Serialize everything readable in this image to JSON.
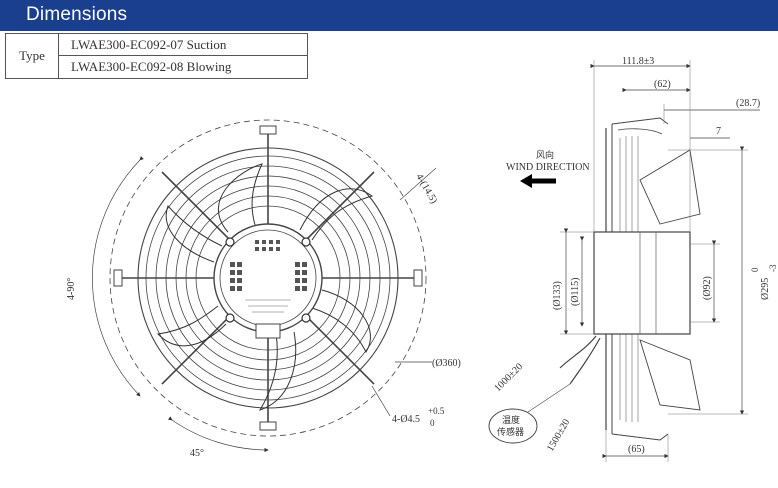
{
  "header": {
    "title": "Dimensions",
    "bg_color": "#1b3f8f"
  },
  "type_table": {
    "label": "Type",
    "rows": [
      "LWAE300-EC092-07 Suction",
      "LWAE300-EC092-08 Blowing"
    ]
  },
  "front_view": {
    "angle_label_left": "4-90°",
    "angle_label_bottom": "45°",
    "slot_label": "4-(14.5)",
    "diameter_label": "(Ø360)",
    "hole_label": "4-Ø4.5",
    "hole_tol_upper": "+0.5",
    "hole_tol_lower": "0"
  },
  "side_view": {
    "dim_overall": "111.8±3",
    "dim_62": "(62)",
    "dim_28_7": "(28.7)",
    "dim_7": "7",
    "dim_133": "(Ø133)",
    "dim_115": "(Ø115)",
    "dim_92": "(Ø92)",
    "dim_295": "Ø295",
    "dim_295_tol_upper": "0",
    "dim_295_tol_lower": "-3",
    "dim_65": "(65)",
    "wind_cn": "风向",
    "wind_en": "WIND DIRECTION",
    "cable1": "1000±20",
    "cable2": "1500±20",
    "sensor_line1": "温度",
    "sensor_line2": "传感器"
  }
}
